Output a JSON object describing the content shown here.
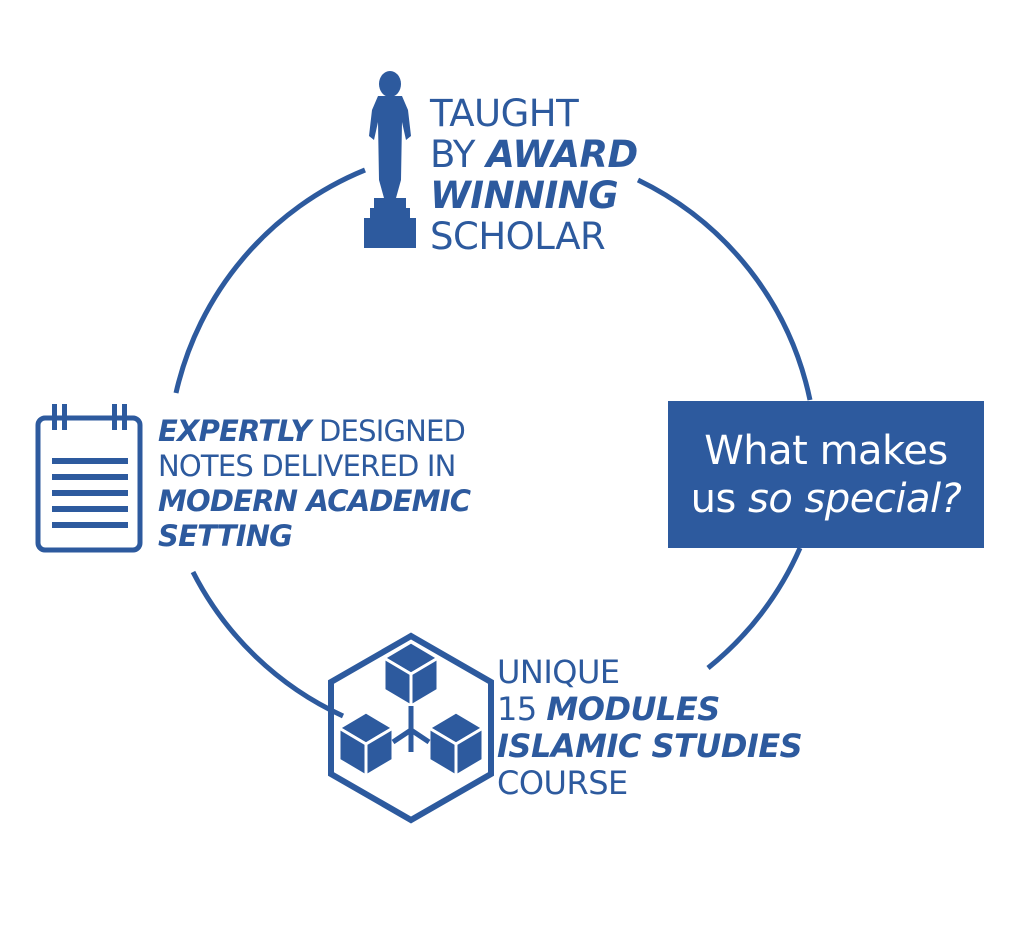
{
  "colors": {
    "accent": "#2d5a9e",
    "background": "#ffffff",
    "callout_text": "#ffffff"
  },
  "features": {
    "scholar": {
      "icon": "award-trophy-icon",
      "line1": "TAUGHT",
      "line2_plain": "BY ",
      "line2_em": "AWARD",
      "line3_em": "WINNING",
      "line4": "SCHOLAR"
    },
    "notes": {
      "icon": "notepad-icon",
      "line1_em": "EXPERTLY",
      "line1_plain": " DESIGNED",
      "line2": "NOTES DELIVERED IN",
      "line3_em": "MODERN ACADEMIC",
      "line4_em": "SETTING"
    },
    "course": {
      "icon": "modules-cubes-icon",
      "line1": "UNIQUE",
      "line2_plain": "15 ",
      "line2_em": "MODULES",
      "line3_em": "ISLAMIC STUDIES",
      "line4": "COURSE"
    }
  },
  "callout": {
    "line1": "What makes",
    "line2_plain": "us ",
    "line2_em": "so special?"
  }
}
